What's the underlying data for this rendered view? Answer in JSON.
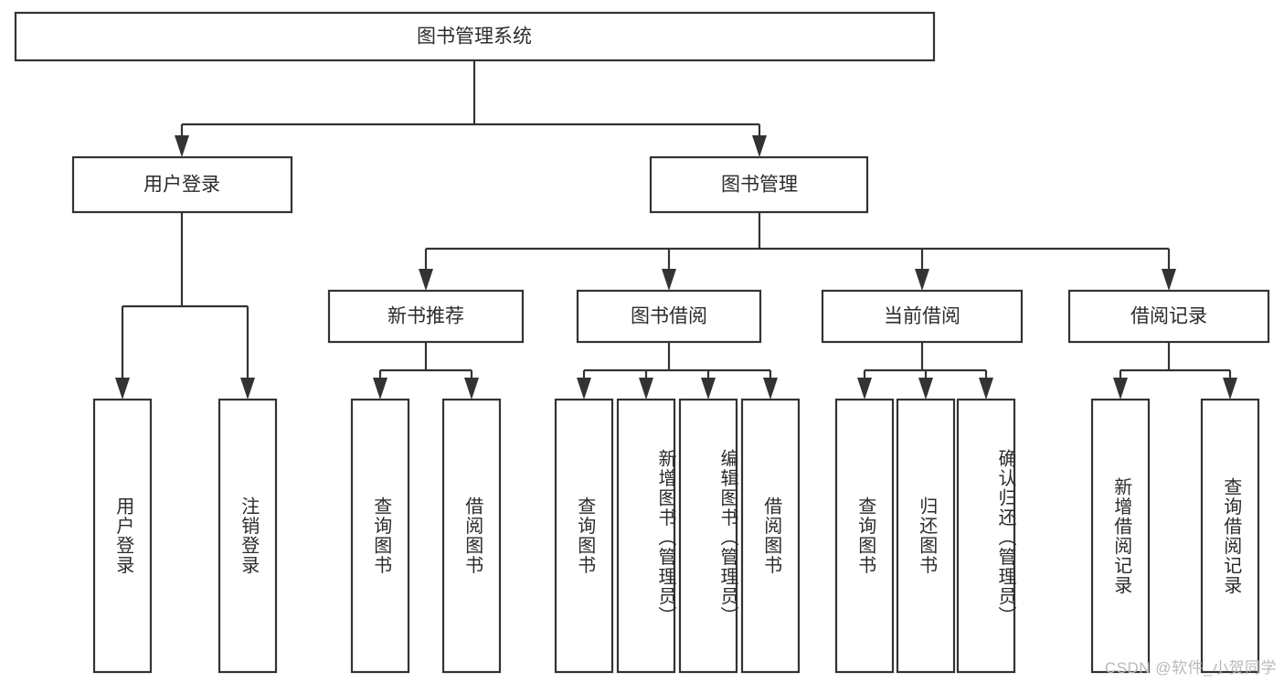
{
  "diagram": {
    "type": "tree",
    "title": "图书管理系统",
    "watermark": "CSDN @软件_小贺同学",
    "colors": {
      "background": "#ffffff",
      "box_fill": "#ffffff",
      "stroke": "#333333",
      "text": "#2b2b2b",
      "watermark": "#b9b9b9"
    },
    "root": {
      "label": "图书管理系统"
    },
    "level2": [
      {
        "label": "用户登录"
      },
      {
        "label": "图书管理"
      }
    ],
    "level3": [
      {
        "label": "新书推荐"
      },
      {
        "label": "图书借阅"
      },
      {
        "label": "当前借阅"
      },
      {
        "label": "借阅记录"
      }
    ],
    "leaves": {
      "user_login": [
        {
          "label": "用户登录"
        },
        {
          "label": "注销登录"
        }
      ],
      "new_book": [
        {
          "label": "查询图书"
        },
        {
          "label": "借阅图书"
        }
      ],
      "book_borrow": [
        {
          "label": "查询图书"
        },
        {
          "label": "新增图书（管理员）"
        },
        {
          "label": "编辑图书（管理员）"
        },
        {
          "label": "借阅图书"
        }
      ],
      "current_borrow": [
        {
          "label": "查询图书"
        },
        {
          "label": "归还图书"
        },
        {
          "label": "确认归还（管理员）"
        }
      ],
      "borrow_record": [
        {
          "label": "新增借阅记录"
        },
        {
          "label": "查询借阅记录"
        }
      ]
    }
  }
}
